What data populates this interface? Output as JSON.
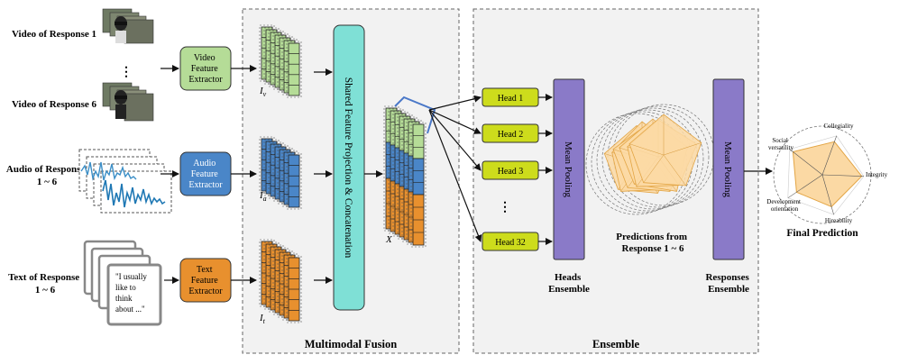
{
  "inputs": {
    "video_1": "Video of Response 1",
    "video_6": "Video of  Response 6",
    "audio_line1": "Audio of  Response",
    "audio_line2": "1 ~ 6",
    "text_line1": "Text of Response",
    "text_line2": "1 ~ 6",
    "text_card": [
      "\"I usually",
      "like to",
      "think",
      "about ...\""
    ]
  },
  "extractors": {
    "video": [
      "Video",
      "Feature",
      "Extractor"
    ],
    "audio": [
      "Audio",
      "Feature",
      "Extractor"
    ],
    "text": [
      "Text",
      "Feature",
      "Extractor"
    ]
  },
  "features": {
    "video_label": "I",
    "video_sub": "v",
    "audio_label": "I",
    "audio_sub": "a",
    "text_label": "I",
    "text_sub": "t",
    "concat_label": "X"
  },
  "fusion": {
    "projection": "Shared Feature Projection & Concatenation",
    "section_title": "Multimodal Fusion"
  },
  "ensemble": {
    "section_title": "Ensemble",
    "heads": [
      "Head 1",
      "Head 2",
      "Head 3",
      "Head 32"
    ],
    "ellipsis": "⋮",
    "mean_pooling": "Mean Pooling",
    "heads_caption": [
      "Heads",
      "Ensemble"
    ],
    "predictions_caption": [
      "Predictions from",
      "Response 1 ~ 6"
    ],
    "responses_caption": [
      "Responses",
      "Ensemble"
    ]
  },
  "output": {
    "axes": [
      "Collegiality",
      "Integrity",
      "Hireability",
      "Development orientation",
      "Social versatility"
    ],
    "axis_lines": {
      "collegiality": [
        "Collegiality"
      ],
      "integrity": [
        "Integrity"
      ],
      "hireability": [
        "Hireability"
      ],
      "development": [
        "Development",
        "orientation"
      ],
      "social": [
        "Social",
        "versatility"
      ]
    },
    "caption": "Final Prediction"
  },
  "colors": {
    "video_green": "#b5dc97",
    "audio_blue": "#4a86c8",
    "text_orange": "#e8902e",
    "projection_teal": "#7fe0d6",
    "head_yellow": "#cddc1c",
    "pooling_purple": "#8a7ac8",
    "radar_fill": "#fbd9a4",
    "radar_stroke": "#e3a544"
  }
}
